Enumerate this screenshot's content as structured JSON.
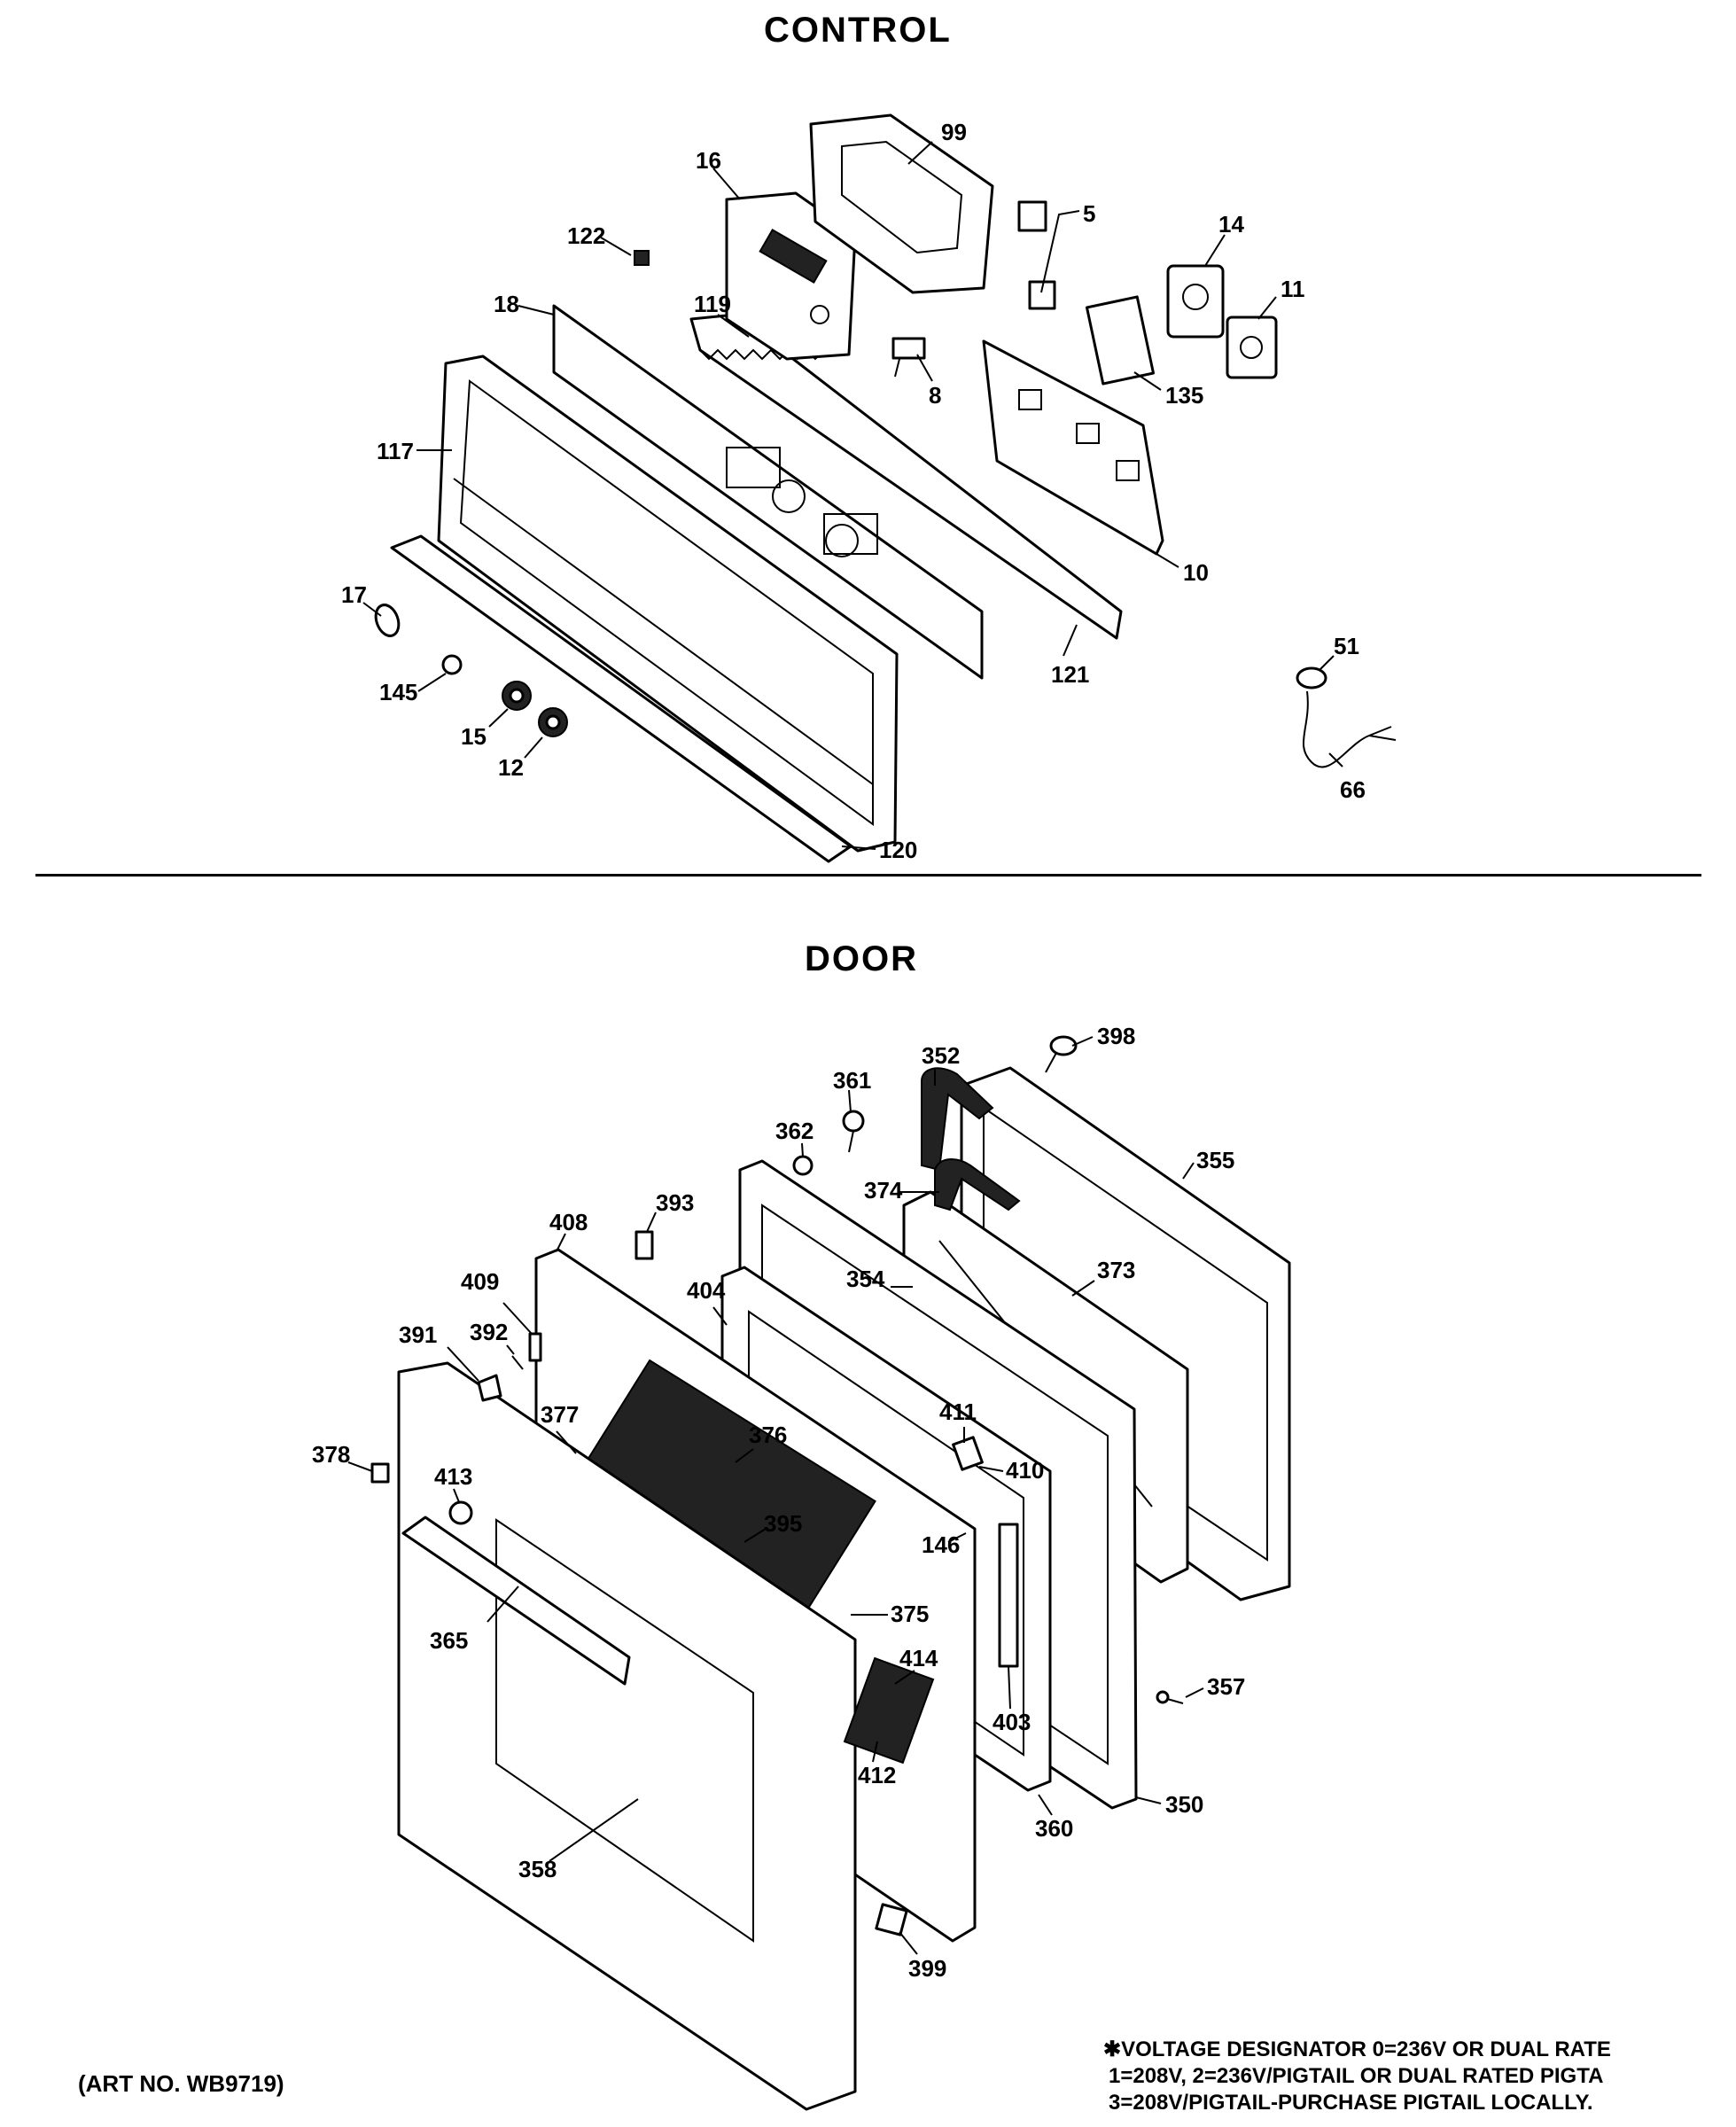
{
  "sections": {
    "control": "CONTROL",
    "door": "DOOR"
  },
  "art_number": "(ART NO. WB9719)",
  "footnote": [
    "✱VOLTAGE DESIGNATOR 0=236V OR DUAL RATE",
    "1=208V, 2=236V/PIGTAIL OR DUAL RATED PIGTA",
    "3=208V/PIGTAIL-PURCHASE PIGTAIL LOCALLY."
  ],
  "callouts": {
    "control": [
      "99",
      "16",
      "5",
      "122",
      "14",
      "11",
      "18",
      "119",
      "8",
      "135",
      "117",
      "10",
      "17",
      "121",
      "51",
      "145",
      "15",
      "12",
      "66",
      "120"
    ],
    "door": [
      "398",
      "352",
      "361",
      "355",
      "362",
      "374",
      "393",
      "408",
      "373",
      "354",
      "409",
      "404",
      "391",
      "392",
      "377",
      "376",
      "411",
      "378",
      "413",
      "410",
      "395",
      "146",
      "375",
      "365",
      "414",
      "357",
      "403",
      "412",
      "350",
      "360",
      "358",
      "399"
    ]
  }
}
